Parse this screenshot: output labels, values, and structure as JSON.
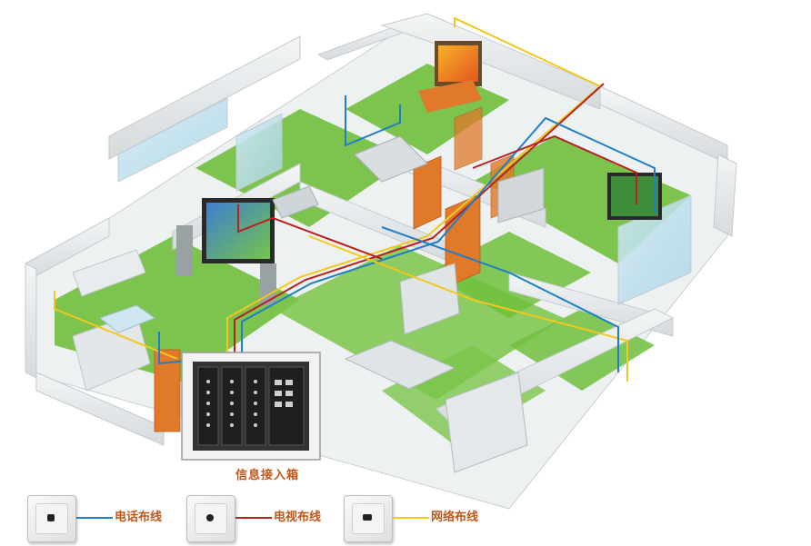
{
  "caption": "信息接入箱",
  "legend": [
    {
      "label": "电话布线",
      "color": "#1e7fc8",
      "icon": "phone-socket-icon"
    },
    {
      "label": "电视布线",
      "color": "#b8221e",
      "icon": "tv-socket-icon"
    },
    {
      "label": "网络布线",
      "color": "#f2c81e",
      "icon": "network-socket-icon"
    }
  ],
  "colors": {
    "floor": "#6fbf3c",
    "wall": "#e6eaec",
    "door": "#e07a2a",
    "cabinet": "#3a3a3a"
  }
}
